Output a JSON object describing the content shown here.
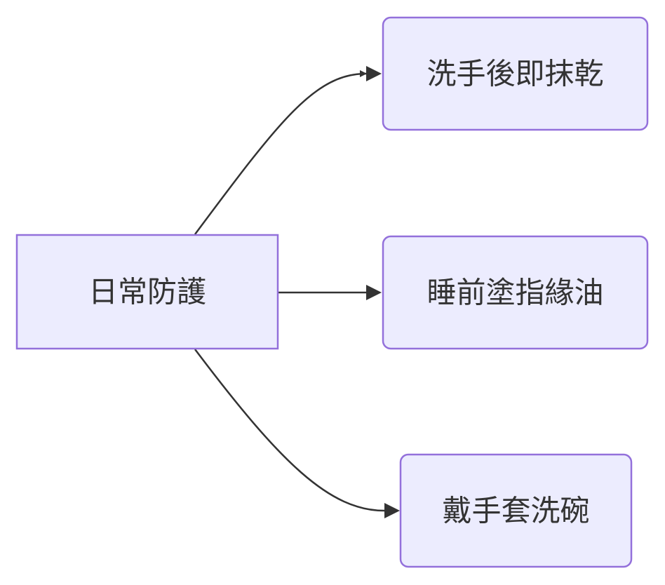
{
  "diagram": {
    "type": "flowchart",
    "direction": "left-to-right",
    "colors": {
      "node_fill": "#ececfe",
      "node_stroke": "#9370db",
      "edge": "#333333",
      "text": "#333333"
    },
    "nodes": {
      "root": {
        "label": "日常防護"
      },
      "a": {
        "label": "洗手後即抹乾"
      },
      "b": {
        "label": "睡前塗指緣油"
      },
      "c": {
        "label": "戴手套洗碗"
      }
    },
    "edges": [
      {
        "from": "root",
        "to": "a"
      },
      {
        "from": "root",
        "to": "b"
      },
      {
        "from": "root",
        "to": "c"
      }
    ]
  }
}
